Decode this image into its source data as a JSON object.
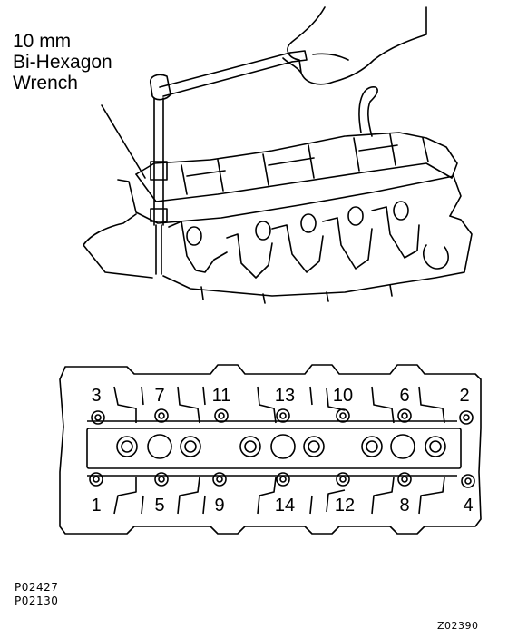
{
  "wrench_label": {
    "line1": "10 mm",
    "line2": "Bi-Hexagon",
    "line3": "Wrench"
  },
  "bolt_sequence": {
    "top_row": [
      "3",
      "7",
      "11",
      "13",
      "10",
      "6",
      "2"
    ],
    "bottom_row": [
      "1",
      "5",
      "9",
      "14",
      "12",
      "8",
      "4"
    ]
  },
  "figure_codes": {
    "code1": "P02427",
    "code2": "P02130",
    "code3": "Z02390"
  }
}
